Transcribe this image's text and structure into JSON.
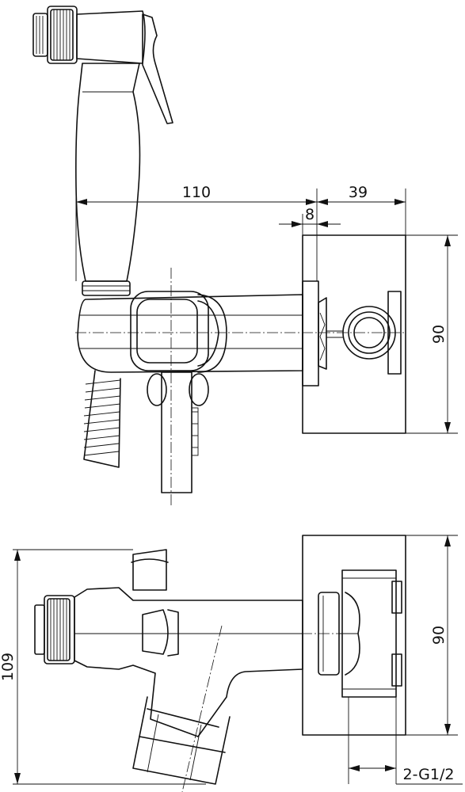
{
  "dimensions": {
    "width_110": "110",
    "width_39": "39",
    "width_8": "8",
    "height_90_top": "90",
    "height_109": "109",
    "height_90_bottom": "90",
    "thread": "2-G1/2"
  }
}
